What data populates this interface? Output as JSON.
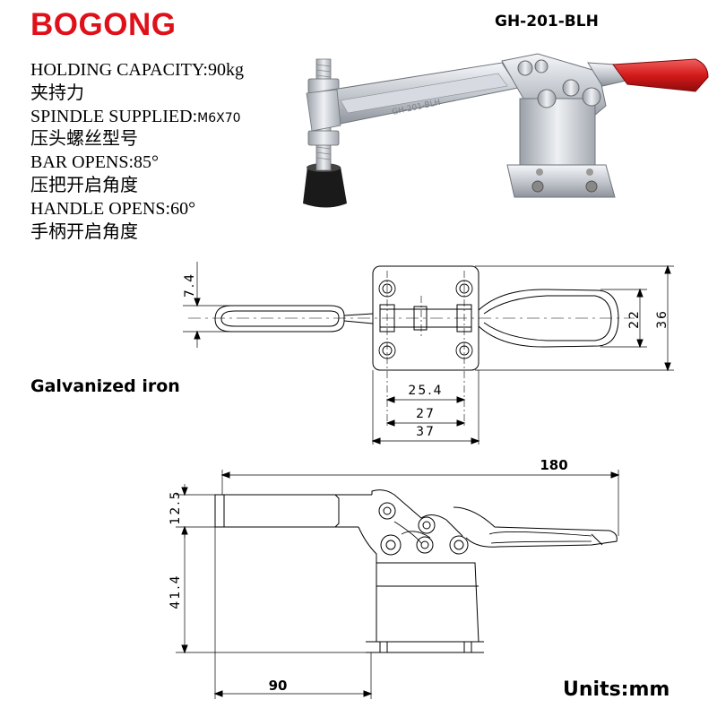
{
  "brand": "BOGONG",
  "model": "GH-201-BLH",
  "specs": [
    {
      "label": "HOLDING CAPACITY:",
      "value": "90kg"
    },
    {
      "label": "夹持力",
      "value": ""
    },
    {
      "label": "SPINDLE SUPPLIED:",
      "value": "M6X70"
    },
    {
      "label": "压头螺丝型号",
      "value": ""
    },
    {
      "label": "BAR OPENS:",
      "value": "85°"
    },
    {
      "label": "压把开启角度",
      "value": ""
    },
    {
      "label": "HANDLE OPENS:",
      "value": "60°"
    },
    {
      "label": "手柄开启角度",
      "value": ""
    }
  ],
  "material": "Galvanized iron",
  "units": "Units:mm",
  "product_photo": {
    "part_marking": "GH-201-BLH"
  },
  "top_view": {
    "dims": {
      "bar_width": "7.4",
      "handle_height": "22",
      "base_height": "36",
      "hole_spacing": "25.4",
      "hole_outer": "27",
      "base_width": "37"
    }
  },
  "side_view": {
    "dims": {
      "overall_length": "180",
      "bar_height": "12.5",
      "height": "41.4",
      "reach": "90"
    }
  },
  "colors": {
    "brand": "#e0101a",
    "handle_grip": "#d41a1a",
    "metal": "#c9ccd2"
  }
}
